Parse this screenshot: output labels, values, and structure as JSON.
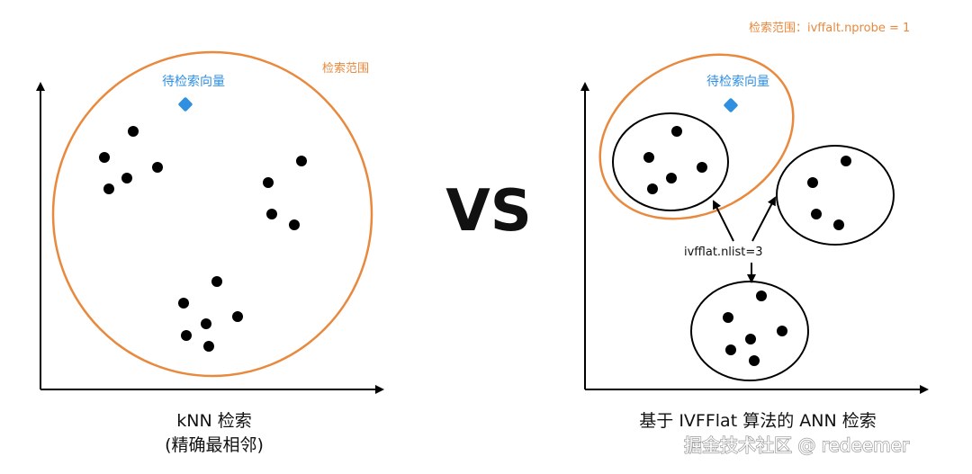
{
  "left_panel": {
    "search_range_label": "检索范围",
    "query_label": "待检索向量",
    "caption_line1": "kNN 检索",
    "caption_line2": "(精确最相邻)"
  },
  "vs_label": "VS",
  "right_panel": {
    "search_range_label": "检索范围：ivffalt.nprobe = 1",
    "query_label": "待检索向量",
    "nlist_label": "ivfflat.nlist=3",
    "caption_line1": "基于 IVFFlat 算法的 ANN 检索"
  },
  "watermark": "掘金技术社区 @ redeemer",
  "colors": {
    "range_circle": "#e8893d",
    "query_vector": "#2f8fe0",
    "points": "#000000"
  }
}
